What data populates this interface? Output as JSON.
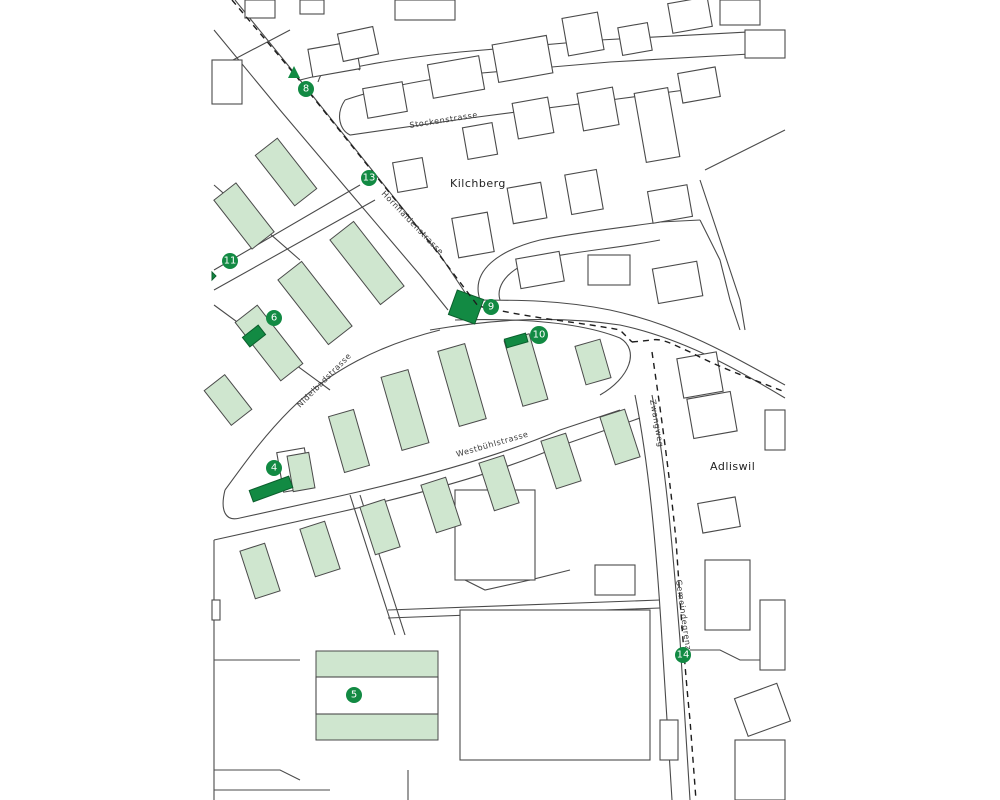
{
  "places": {
    "kilchberg": "Kilchberg",
    "adliswil": "Adliswil"
  },
  "streets": {
    "stockenstrasse": "Stockenstrasse",
    "hornhaldenstrasse": "Hornhaldenstrasse",
    "nidelbadstrasse": "Nidelbadstrasse",
    "westbuehlstrasse": "Westbühlstrasse",
    "zwangweg": "Zwangweg",
    "gemeindegrenze": "Gemeindegrenze"
  },
  "markers": [
    "4",
    "5",
    "6",
    "8",
    "9",
    "10",
    "11",
    "13",
    "14"
  ],
  "colors": {
    "marker": "#128a43",
    "highlight_building": "#128a43",
    "light_green_lot": "#cfe6cf",
    "route": "#1d1d1d",
    "lines": "#4a4a4a"
  }
}
